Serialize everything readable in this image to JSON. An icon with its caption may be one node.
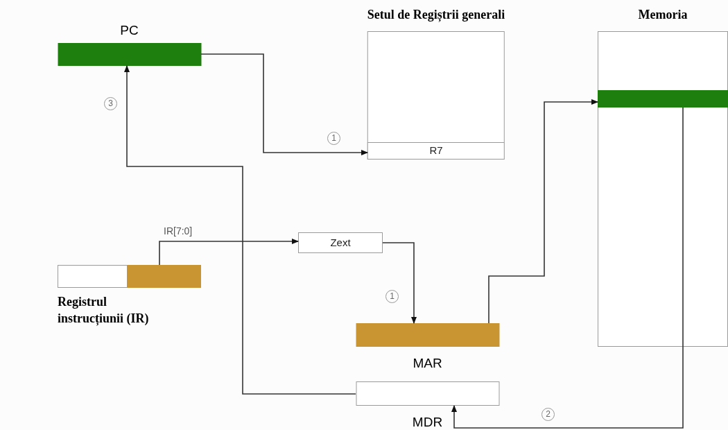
{
  "diagram": {
    "nodes": [
      {
        "text": [
          "PC"
        ]
      },
      {
        "text": [
          "Setul de Regiștrii generali"
        ]
      },
      {
        "text": [
          "R7"
        ],
        "in": 1
      },
      {
        "text": [
          "Memoria"
        ]
      },
      {
        "text": [],
        "shape": "bar",
        "in": 3
      },
      {
        "text": [
          "Registrul instrucțiunii (IR)"
        ]
      },
      {
        "text": [],
        "shape": "bar",
        "in": 5
      },
      {
        "text": [
          "Zext"
        ]
      },
      {
        "text": [
          "MAR"
        ]
      },
      {
        "text": [
          "MDR"
        ]
      }
    ],
    "edges": [
      {
        "from": 0,
        "to": 2,
        "arrow": "to",
        "label": "1"
      },
      {
        "from": 9,
        "to": 0,
        "arrow": "to",
        "label": "3"
      },
      {
        "from": 6,
        "to": 7,
        "arrow": "to",
        "label": "IR[7:0]"
      },
      {
        "from": 7,
        "to": 8,
        "arrow": "to",
        "label": "1"
      },
      {
        "from": 8,
        "to": 4,
        "arrow": "to"
      },
      {
        "from": 4,
        "to": 9,
        "arrow": "to",
        "label": "2"
      }
    ]
  }
}
